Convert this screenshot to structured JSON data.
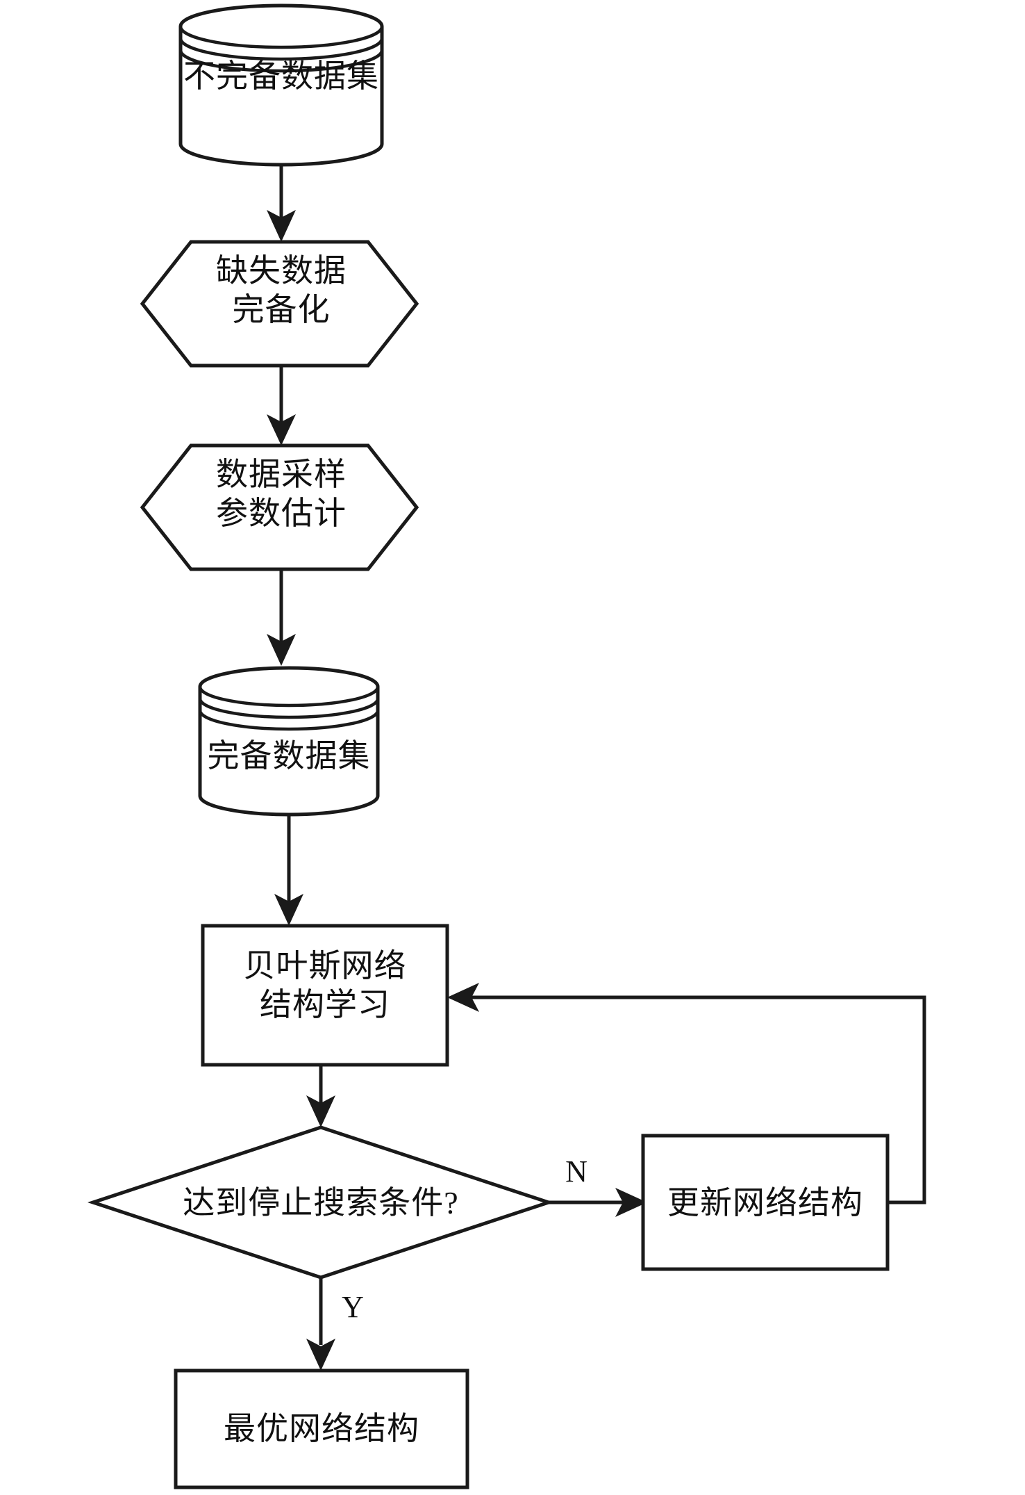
{
  "diagram": {
    "title": "贝叶斯网络结构学习流程图",
    "language": "zh-CN",
    "background_color": "#ffffff",
    "stroke_color": "#1a1a1a",
    "text_color": "#111111"
  },
  "nodes": [
    {
      "id": "incomplete-dataset",
      "shape": "cylinder",
      "label": "不完备数据集",
      "lines": [
        "不完备数据集"
      ]
    },
    {
      "id": "missing-data-completion",
      "shape": "hexagon",
      "label": "缺失数据完备化",
      "lines": [
        "缺失数据",
        "完备化"
      ]
    },
    {
      "id": "data-sampling-parameter-estimation",
      "shape": "hexagon",
      "label": "数据采样参数估计",
      "lines": [
        "数据采样",
        "参数估计"
      ]
    },
    {
      "id": "complete-dataset",
      "shape": "cylinder",
      "label": "完备数据集",
      "lines": [
        "完备数据集"
      ]
    },
    {
      "id": "bayesian-network-structure-learning",
      "shape": "rectangle",
      "label": "贝叶斯网络结构学习",
      "lines": [
        "贝叶斯网络",
        "结构学习"
      ]
    },
    {
      "id": "stop-search-condition",
      "shape": "diamond",
      "label": "达到停止搜索条件?",
      "lines": [
        "达到停止搜索条件?"
      ]
    },
    {
      "id": "update-network-structure",
      "shape": "rectangle",
      "label": "更新网络结构",
      "lines": [
        "更新网络结构"
      ]
    },
    {
      "id": "optimal-network-structure",
      "shape": "rectangle",
      "label": "最优网络结构",
      "lines": [
        "最优网络结构"
      ]
    }
  ],
  "edges": [
    {
      "id": "e1",
      "from": "incomplete-dataset",
      "to": "missing-data-completion",
      "label": ""
    },
    {
      "id": "e2",
      "from": "missing-data-completion",
      "to": "data-sampling-parameter-estimation",
      "label": ""
    },
    {
      "id": "e3",
      "from": "data-sampling-parameter-estimation",
      "to": "complete-dataset",
      "label": ""
    },
    {
      "id": "e4",
      "from": "complete-dataset",
      "to": "bayesian-network-structure-learning",
      "label": ""
    },
    {
      "id": "e5",
      "from": "bayesian-network-structure-learning",
      "to": "stop-search-condition",
      "label": ""
    },
    {
      "id": "e6",
      "from": "stop-search-condition",
      "to": "update-network-structure",
      "label": "N"
    },
    {
      "id": "e7",
      "from": "stop-search-condition",
      "to": "optimal-network-structure",
      "label": "Y"
    },
    {
      "id": "e8",
      "from": "update-network-structure",
      "to": "bayesian-network-structure-learning",
      "label": ""
    }
  ],
  "edge_labels": {
    "no_branch": "N",
    "yes_branch": "Y"
  }
}
